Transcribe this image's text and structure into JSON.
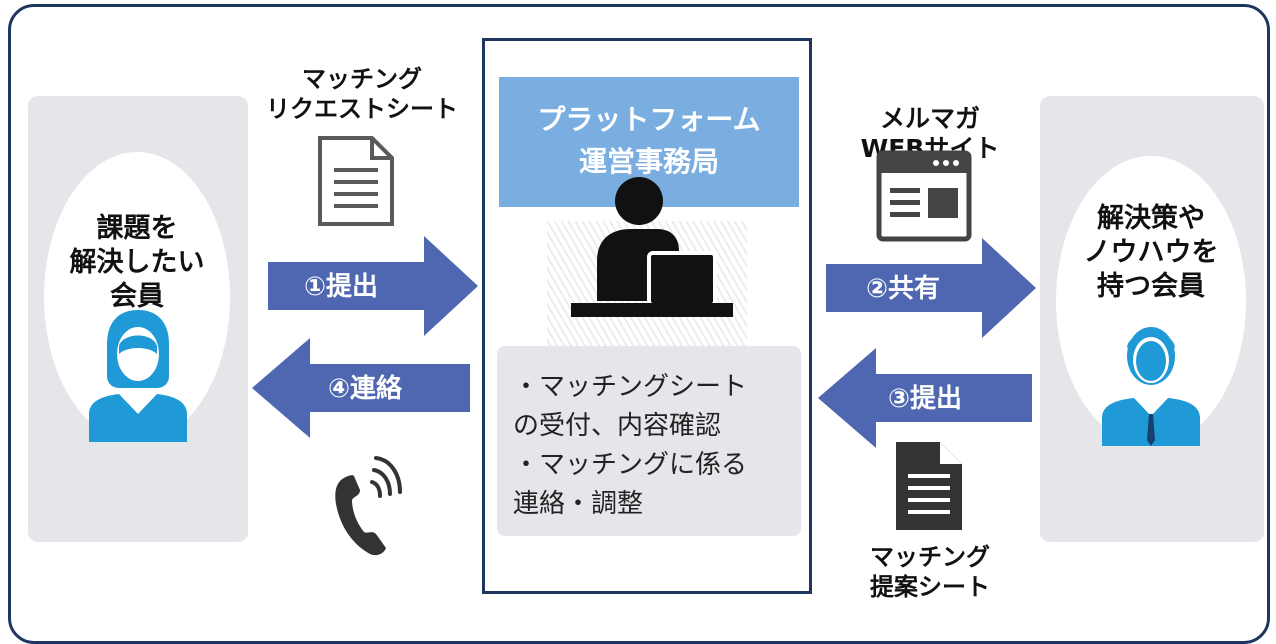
{
  "left_member": {
    "label": "課題を\n解決したい\n会員"
  },
  "right_member": {
    "label": "解決策や\nノウハウを\n持つ会員"
  },
  "center": {
    "title": "プラットフォーム\n運営事務局",
    "tasks": [
      "・マッチングシート",
      "の受付、内容確認",
      "・マッチングに係る",
      "連絡・調整"
    ]
  },
  "docs": {
    "request_sheet": "マッチング\nリクエストシート",
    "newsletter": "メルマガ\nWEBサイト",
    "proposal_sheet": "マッチング\n提案シート"
  },
  "arrows": {
    "submit_1": "①提出",
    "share_2": "②共有",
    "submit_3": "③提出",
    "contact_4": "④連絡"
  },
  "icons": {
    "left_person": "female-person-icon",
    "right_person": "male-person-icon",
    "center_person": "person-at-laptop-icon",
    "request_doc": "document-icon",
    "newsletter": "browser-window-icon",
    "proposal_doc": "document-filled-icon",
    "phone": "phone-icon"
  },
  "colors": {
    "frame": "#1f3660",
    "arrow": "#4e67b0",
    "center_title_bg": "#7aaee0",
    "panel_bg": "#e4e6ea",
    "person_icon": "#1f9ad6"
  }
}
